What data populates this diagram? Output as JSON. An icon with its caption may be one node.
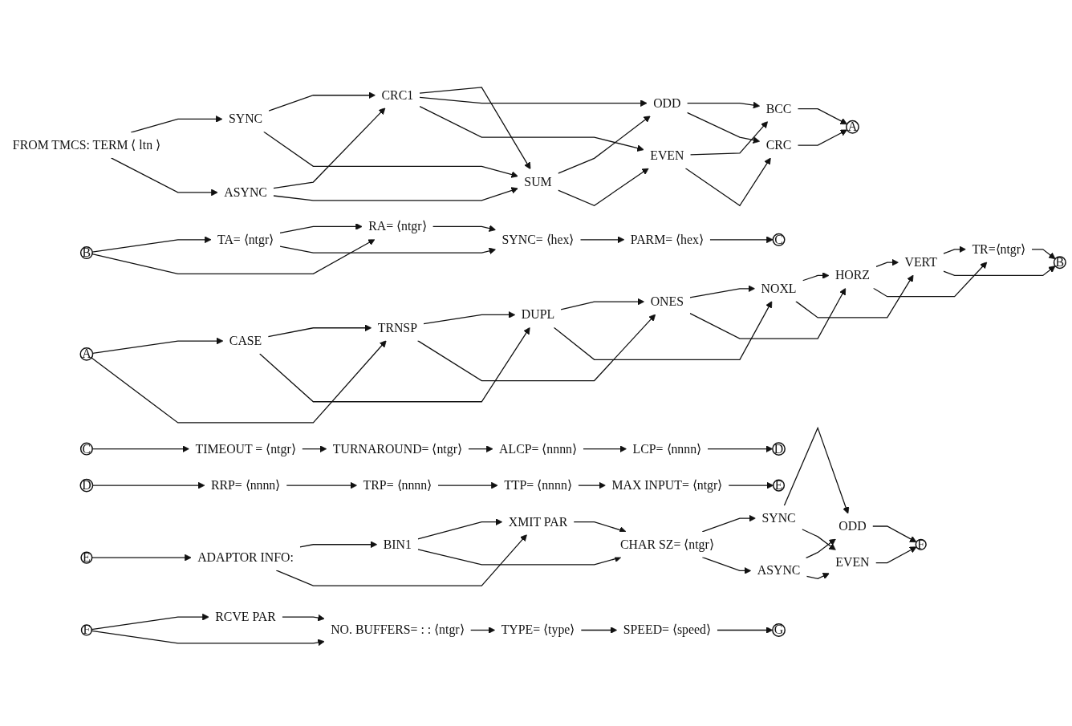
{
  "diagram": {
    "nodes": [
      {
        "text": [
          "FROM TMCS: TERM ⟨ ltn ⟩"
        ]
      },
      {
        "text": [
          "SYNC"
        ]
      },
      {
        "text": [
          "ASYNC"
        ]
      },
      {
        "text": [
          "CRC1"
        ]
      },
      {
        "text": [
          "SUM"
        ]
      },
      {
        "text": [
          "ODD"
        ]
      },
      {
        "text": [
          "EVEN"
        ]
      },
      {
        "text": [
          "BCC"
        ]
      },
      {
        "text": [
          "CRC"
        ]
      },
      {
        "text": [
          "A"
        ]
      },
      {
        "text": [
          "A"
        ]
      },
      {
        "text": [
          "CASE"
        ]
      },
      {
        "text": [
          "TRNSP"
        ]
      },
      {
        "text": [
          "DUPL"
        ]
      },
      {
        "text": [
          "ONES"
        ]
      },
      {
        "text": [
          "NOXL"
        ]
      },
      {
        "text": [
          "HORZ"
        ]
      },
      {
        "text": [
          "VERT"
        ]
      },
      {
        "text": [
          "TR=⟨ntgr⟩"
        ]
      },
      {
        "text": [
          "B"
        ]
      },
      {
        "text": [
          "B"
        ]
      },
      {
        "text": [
          "TA= ⟨ntgr⟩"
        ]
      },
      {
        "text": [
          "RA= ⟨ntgr⟩"
        ]
      },
      {
        "text": [
          "SYNC= ⟨hex⟩"
        ]
      },
      {
        "text": [
          "PARM= ⟨hex⟩"
        ]
      },
      {
        "text": [
          "C"
        ]
      },
      {
        "text": [
          "C"
        ]
      },
      {
        "text": [
          "TIMEOUT = ⟨ntgr⟩"
        ]
      },
      {
        "text": [
          "TURNAROUND= ⟨ntgr⟩"
        ]
      },
      {
        "text": [
          "ALCP= ⟨nnnn⟩"
        ]
      },
      {
        "text": [
          "LCP= ⟨nnnn⟩"
        ]
      },
      {
        "text": [
          "D"
        ]
      },
      {
        "text": [
          "D"
        ]
      },
      {
        "text": [
          "RRP= ⟨nnnn⟩"
        ]
      },
      {
        "text": [
          "TRP= ⟨nnnn⟩"
        ]
      },
      {
        "text": [
          "TTP= ⟨nnnn⟩"
        ]
      },
      {
        "text": [
          "MAX INPUT= ⟨ntgr⟩"
        ]
      },
      {
        "text": [
          "E"
        ]
      },
      {
        "text": [
          "E"
        ]
      },
      {
        "text": [
          "ADAPTOR INFO:"
        ]
      },
      {
        "text": [
          "BIN1"
        ]
      },
      {
        "text": [
          "XMIT PAR"
        ]
      },
      {
        "text": [
          "CHAR SZ= ⟨ntgr⟩"
        ]
      },
      {
        "text": [
          "SYNC"
        ]
      },
      {
        "text": [
          "ASYNC"
        ]
      },
      {
        "text": [
          "ODD"
        ]
      },
      {
        "text": [
          "EVEN"
        ]
      },
      {
        "text": [
          "F"
        ]
      },
      {
        "text": [
          "F"
        ]
      },
      {
        "text": [
          "RCVE PAR"
        ]
      },
      {
        "text": [
          "NO. BUFFERS= : : ⟨ntgr⟩"
        ]
      },
      {
        "text": [
          "TYPE= ⟨type⟩"
        ]
      },
      {
        "text": [
          "SPEED= ⟨speed⟩"
        ]
      },
      {
        "text": [
          "G"
        ]
      }
    ],
    "edges": [
      {
        "from": 0,
        "to": 1,
        "arrow": "to"
      },
      {
        "from": 0,
        "to": 2,
        "arrow": "to"
      },
      {
        "from": 1,
        "to": 3,
        "arrow": "to"
      },
      {
        "from": 2,
        "to": 3,
        "arrow": "to"
      },
      {
        "from": 1,
        "to": 4,
        "arrow": "to"
      },
      {
        "from": 2,
        "to": 4,
        "arrow": "to"
      },
      {
        "from": 3,
        "to": 4,
        "arrow": "to"
      },
      {
        "from": 3,
        "to": 5,
        "arrow": "to"
      },
      {
        "from": 3,
        "to": 6,
        "arrow": "to"
      },
      {
        "from": 4,
        "to": 5,
        "arrow": "to"
      },
      {
        "from": 4,
        "to": 6,
        "arrow": "to"
      },
      {
        "from": 5,
        "to": 7,
        "arrow": "to"
      },
      {
        "from": 5,
        "to": 8,
        "arrow": "to"
      },
      {
        "from": 6,
        "to": 7,
        "arrow": "to"
      },
      {
        "from": 6,
        "to": 8,
        "arrow": "to"
      },
      {
        "from": 7,
        "to": 9,
        "arrow": "to"
      },
      {
        "from": 8,
        "to": 9,
        "arrow": "to"
      },
      {
        "from": 10,
        "to": 11,
        "arrow": "to"
      },
      {
        "from": 10,
        "to": 12,
        "arrow": "to"
      },
      {
        "from": 11,
        "to": 12,
        "arrow": "to"
      },
      {
        "from": 11,
        "to": 13,
        "arrow": "to"
      },
      {
        "from": 12,
        "to": 13,
        "arrow": "to"
      },
      {
        "from": 12,
        "to": 14,
        "arrow": "to"
      },
      {
        "from": 13,
        "to": 14,
        "arrow": "to"
      },
      {
        "from": 13,
        "to": 15,
        "arrow": "to"
      },
      {
        "from": 14,
        "to": 15,
        "arrow": "to"
      },
      {
        "from": 14,
        "to": 16,
        "arrow": "to"
      },
      {
        "from": 15,
        "to": 16,
        "arrow": "to"
      },
      {
        "from": 15,
        "to": 17,
        "arrow": "to"
      },
      {
        "from": 16,
        "to": 17,
        "arrow": "to"
      },
      {
        "from": 16,
        "to": 18,
        "arrow": "to"
      },
      {
        "from": 17,
        "to": 18,
        "arrow": "to"
      },
      {
        "from": 17,
        "to": 19,
        "arrow": "to"
      },
      {
        "from": 18,
        "to": 19,
        "arrow": "to"
      },
      {
        "from": 20,
        "to": 21,
        "arrow": "to"
      },
      {
        "from": 20,
        "to": 22,
        "arrow": "to"
      },
      {
        "from": 21,
        "to": 22,
        "arrow": "to"
      },
      {
        "from": 21,
        "to": 23,
        "arrow": "to"
      },
      {
        "from": 22,
        "to": 23,
        "arrow": "to"
      },
      {
        "from": 23,
        "to": 24,
        "arrow": "to"
      },
      {
        "from": 24,
        "to": 25,
        "arrow": "to"
      },
      {
        "from": 26,
        "to": 27,
        "arrow": "to"
      },
      {
        "from": 27,
        "to": 28,
        "arrow": "to"
      },
      {
        "from": 28,
        "to": 29,
        "arrow": "to"
      },
      {
        "from": 29,
        "to": 30,
        "arrow": "to"
      },
      {
        "from": 30,
        "to": 31,
        "arrow": "to"
      },
      {
        "from": 32,
        "to": 33,
        "arrow": "to"
      },
      {
        "from": 33,
        "to": 34,
        "arrow": "to"
      },
      {
        "from": 34,
        "to": 35,
        "arrow": "to"
      },
      {
        "from": 35,
        "to": 36,
        "arrow": "to"
      },
      {
        "from": 36,
        "to": 37,
        "arrow": "to"
      },
      {
        "from": 38,
        "to": 39,
        "arrow": "to"
      },
      {
        "from": 39,
        "to": 40,
        "arrow": "to"
      },
      {
        "from": 39,
        "to": 41,
        "arrow": "to"
      },
      {
        "from": 40,
        "to": 41,
        "arrow": "to"
      },
      {
        "from": 40,
        "to": 42,
        "arrow": "to"
      },
      {
        "from": 41,
        "to": 42,
        "arrow": "to"
      },
      {
        "from": 42,
        "to": 43,
        "arrow": "to"
      },
      {
        "from": 42,
        "to": 44,
        "arrow": "to"
      },
      {
        "from": 43,
        "to": 45,
        "arrow": "to"
      },
      {
        "from": 43,
        "to": 46,
        "arrow": "to"
      },
      {
        "from": 44,
        "to": 45,
        "arrow": "to"
      },
      {
        "from": 44,
        "to": 46,
        "arrow": "to"
      },
      {
        "from": 45,
        "to": 47,
        "arrow": "to"
      },
      {
        "from": 46,
        "to": 47,
        "arrow": "to"
      },
      {
        "from": 48,
        "to": 49,
        "arrow": "to"
      },
      {
        "from": 48,
        "to": 50,
        "arrow": "to"
      },
      {
        "from": 49,
        "to": 50,
        "arrow": "to"
      },
      {
        "from": 50,
        "to": 51,
        "arrow": "to"
      },
      {
        "from": 51,
        "to": 52,
        "arrow": "to"
      },
      {
        "from": 52,
        "to": 53,
        "arrow": "to"
      }
    ]
  }
}
